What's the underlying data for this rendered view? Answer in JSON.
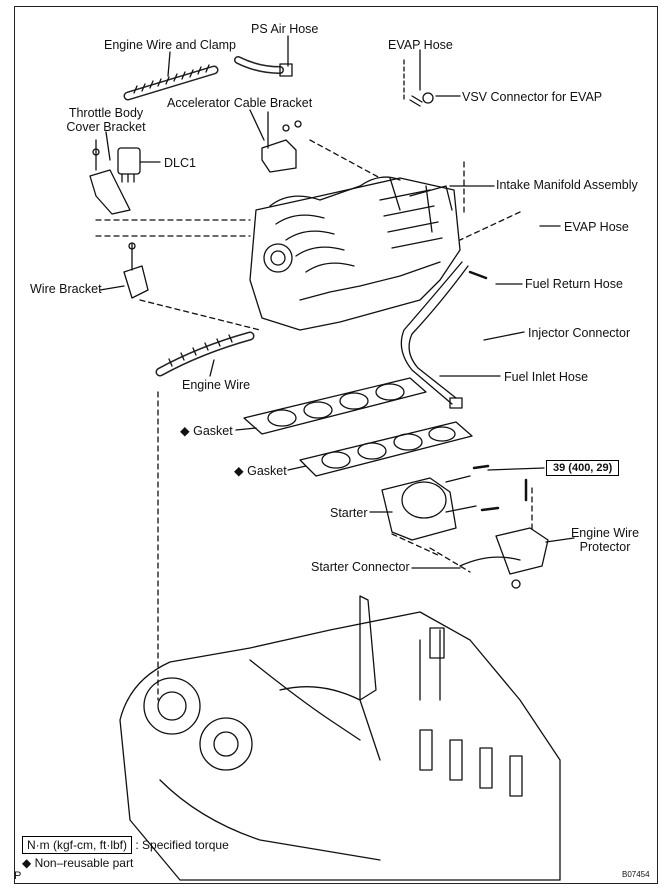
{
  "labels": {
    "engine_wire_and_clamp": "Engine Wire and Clamp",
    "ps_air_hose": "PS Air Hose",
    "evap_hose_top": "EVAP Hose",
    "vsv_connector": "VSV Connector for EVAP",
    "accelerator_cable_bracket": "Accelerator Cable Bracket",
    "throttle_body_cover_bracket": "Throttle Body Cover Bracket",
    "dlc1": "DLC1",
    "intake_manifold_assembly": "Intake Manifold Assembly",
    "evap_hose_right": "EVAP Hose",
    "wire_bracket": "Wire Bracket",
    "fuel_return_hose": "Fuel Return Hose",
    "injector_connector": "Injector Connector",
    "engine_wire": "Engine Wire",
    "fuel_inlet_hose": "Fuel Inlet Hose",
    "gasket_1": "Gasket",
    "gasket_2": "Gasket",
    "torque_spec": "39 (400, 29)",
    "starter": "Starter",
    "engine_wire_protector": "Engine Wire Protector",
    "starter_connector": "Starter Connector"
  },
  "legend": {
    "torque_unit": "N·m (kgf-cm, ft·lbf)",
    "torque_desc": ": Specified torque",
    "nonreusable_symbol": "◆",
    "nonreusable_desc": "Non–reusable part"
  },
  "corner_mark": "P",
  "figure_ref": "B07454"
}
